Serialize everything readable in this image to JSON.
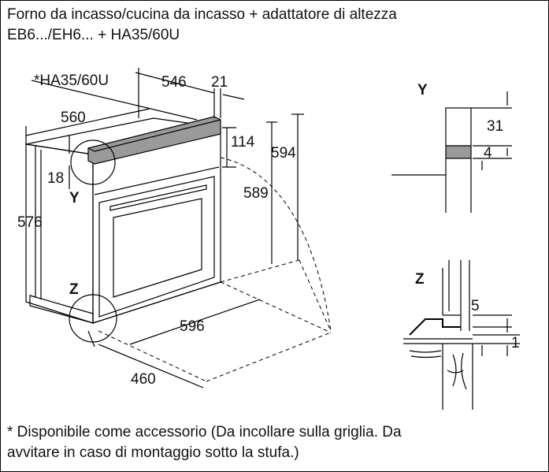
{
  "header": {
    "line1": "Forno da incasso/cucina da incasso + adattatore di altezza",
    "line2": "EB6.../EH6... + HA35/60U"
  },
  "dimensions": {
    "adapter_label": "*HA35/60U",
    "d546": "546",
    "d21": "21",
    "d560": "560",
    "d114": "114",
    "d594": "594",
    "d589": "589",
    "d18": "18",
    "d576": "576",
    "d596": "596",
    "d460": "460"
  },
  "details": {
    "y_main": "Y",
    "z_main": "Z",
    "y_detail": "Y",
    "z_detail": "Z",
    "y_d31": "31",
    "y_d4": "4",
    "z_d5": "5",
    "z_d1": "1"
  },
  "footnote": {
    "star": "*",
    "line1": " Disponibile come accessorio (Da incollare sulla griglia. Da",
    "line2": "avvitare in caso di montaggio sotto la stufa.)"
  }
}
